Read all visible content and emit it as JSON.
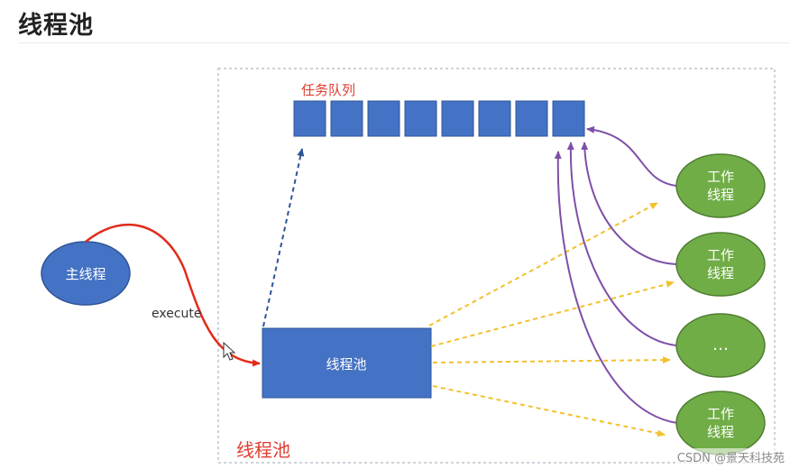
{
  "page": {
    "heading": "线程池"
  },
  "diagram": {
    "container_label": "线程池",
    "queue_label": "任务队列",
    "queue_slots": 8,
    "main_thread": "主线程",
    "pool_box": "线程池",
    "execute_label": "execute",
    "workers": [
      {
        "line1": "工作",
        "line2": "线程"
      },
      {
        "line1": "工作",
        "line2": "线程"
      },
      {
        "line1": "…",
        "line2": ""
      },
      {
        "line1": "工作",
        "line2": "线程"
      }
    ]
  },
  "watermark": "CSDN @景天科技苑",
  "colors": {
    "blue": "#4472C4",
    "blue_dark": "#2F5597",
    "green": "#70AD47",
    "green_dark": "#507E32",
    "red_text": "#E03C31",
    "red_arrow": "#E22B1B",
    "yellow_arrow": "#F2C12E",
    "purple_arrow": "#7E4FA8",
    "dashed_border": "#9aa7b4"
  }
}
